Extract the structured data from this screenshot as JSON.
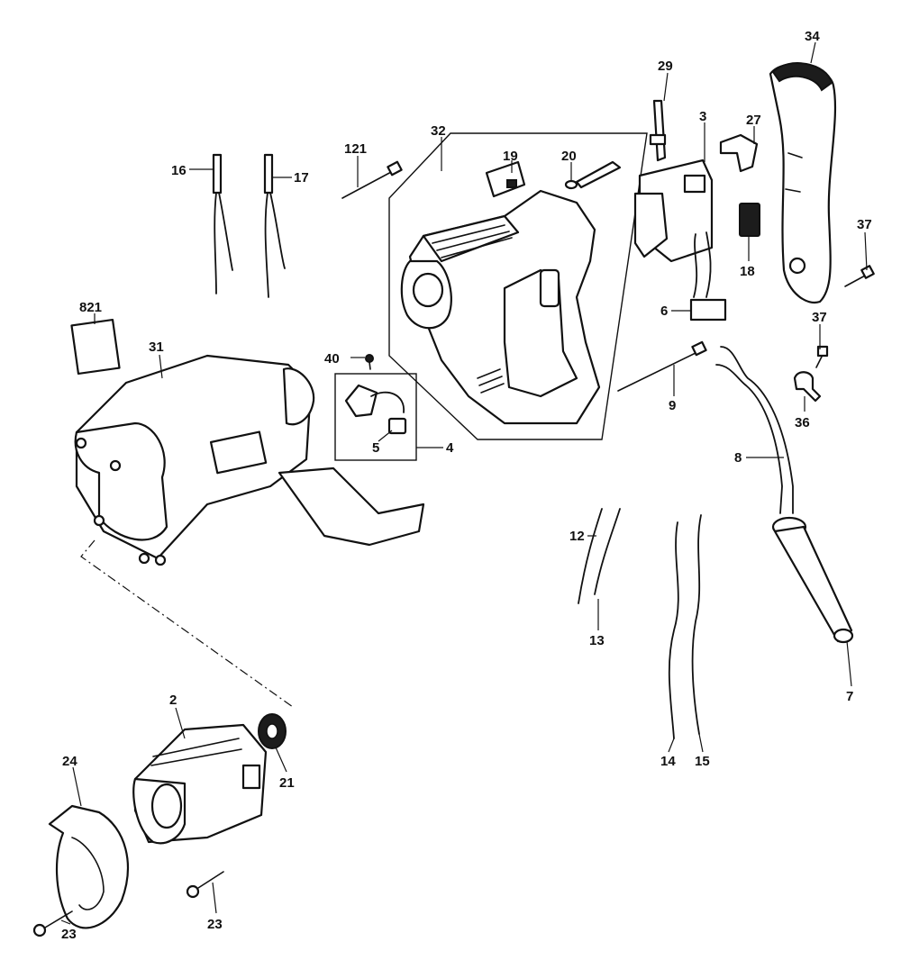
{
  "callouts": [
    {
      "id": "2",
      "text": "2"
    },
    {
      "id": "3",
      "text": "3"
    },
    {
      "id": "4",
      "text": "4"
    },
    {
      "id": "5",
      "text": "5"
    },
    {
      "id": "6",
      "text": "6"
    },
    {
      "id": "7",
      "text": "7"
    },
    {
      "id": "8",
      "text": "8"
    },
    {
      "id": "9",
      "text": "9"
    },
    {
      "id": "12",
      "text": "12"
    },
    {
      "id": "13",
      "text": "13"
    },
    {
      "id": "14",
      "text": "14"
    },
    {
      "id": "15",
      "text": "15"
    },
    {
      "id": "16",
      "text": "16"
    },
    {
      "id": "17",
      "text": "17"
    },
    {
      "id": "18",
      "text": "18"
    },
    {
      "id": "19",
      "text": "19"
    },
    {
      "id": "20",
      "text": "20"
    },
    {
      "id": "21",
      "text": "21"
    },
    {
      "id": "23a",
      "text": "23"
    },
    {
      "id": "23b",
      "text": "23"
    },
    {
      "id": "24",
      "text": "24"
    },
    {
      "id": "27",
      "text": "27"
    },
    {
      "id": "29",
      "text": "29"
    },
    {
      "id": "31",
      "text": "31"
    },
    {
      "id": "32",
      "text": "32"
    },
    {
      "id": "34",
      "text": "34"
    },
    {
      "id": "36",
      "text": "36"
    },
    {
      "id": "37a",
      "text": "37"
    },
    {
      "id": "37b",
      "text": "37"
    },
    {
      "id": "40",
      "text": "40"
    },
    {
      "id": "121",
      "text": "121"
    },
    {
      "id": "821",
      "text": "821"
    }
  ]
}
